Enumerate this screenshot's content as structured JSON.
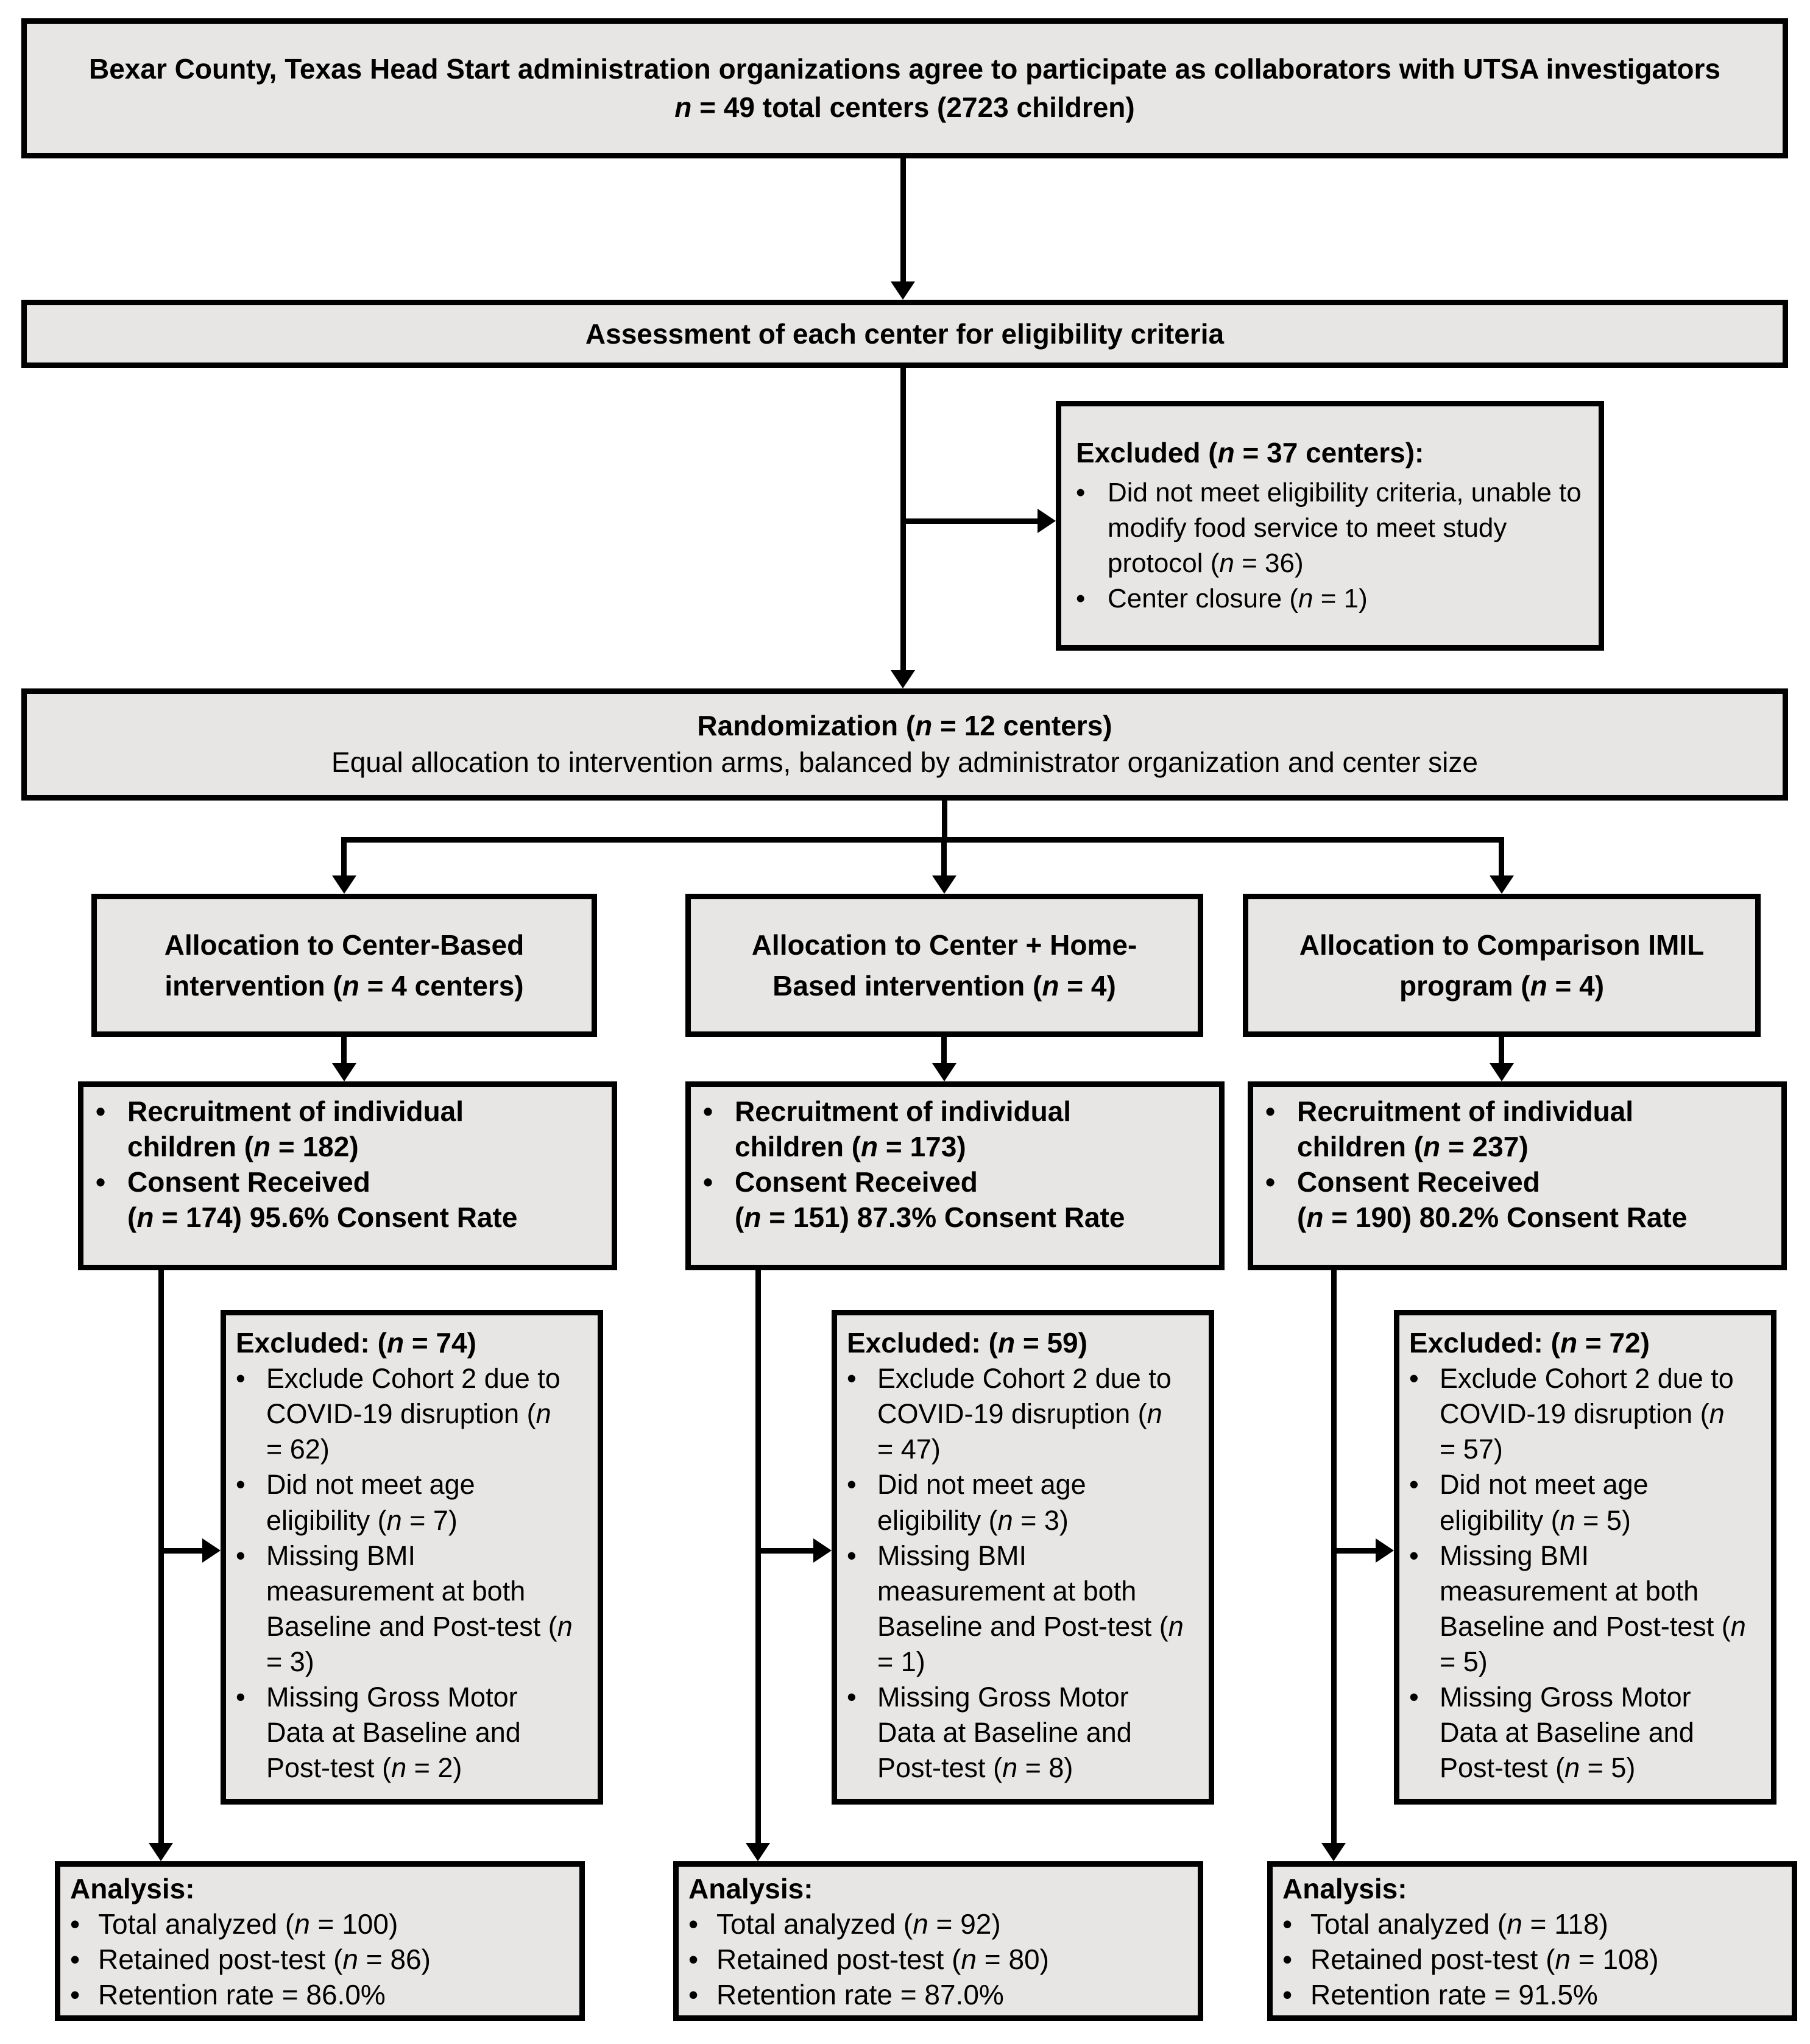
{
  "colors": {
    "box_fill": "#e8e6e4",
    "box_border": "#000000",
    "line": "#000000",
    "background": "#ffffff"
  },
  "diagram": {
    "top": {
      "text": "Bexar County, Texas Head Start administration organizations agree to participate as collaborators with UTSA investigators",
      "n_line": "n = 49 total centers (2723 children)"
    },
    "assessment": {
      "text": "Assessment of each center for eligibility criteria"
    },
    "excluded_centers": {
      "title": "Excluded (n = 37 centers):",
      "items": [
        "Did not meet eligibility criteria, unable to modify food service to meet study protocol (n = 36)",
        "Center closure (n = 1)"
      ]
    },
    "randomization": {
      "line1": "Randomization (n = 12 centers)",
      "line2": "Equal allocation to intervention arms, balanced by administrator organization and center size"
    },
    "arms": [
      {
        "allocation": "Allocation to Center-Based intervention (n = 4 centers)",
        "recruitment": {
          "items": [
            "Recruitment of individual children (n = 182)",
            "Consent Received\n(n = 174) 95.6% Consent Rate"
          ]
        },
        "excluded": {
          "title": "Excluded: (n = 74)",
          "items": [
            "Exclude Cohort 2 due to COVID-19 disruption (n = 62)",
            "Did not meet age eligibility (n = 7)",
            "Missing BMI measurement at both Baseline and Post-test (n = 3)",
            "Missing Gross Motor Data at Baseline and Post-test (n = 2)"
          ]
        },
        "analysis": {
          "title": "Analysis:",
          "items": [
            "Total analyzed (n = 100)",
            "Retained post-test (n = 86)",
            "Retention rate = 86.0%"
          ]
        }
      },
      {
        "allocation": "Allocation to Center + Home-Based intervention (n = 4)",
        "recruitment": {
          "items": [
            "Recruitment of individual children (n = 173)",
            "Consent Received\n(n = 151) 87.3% Consent Rate"
          ]
        },
        "excluded": {
          "title": "Excluded: (n = 59)",
          "items": [
            "Exclude Cohort 2 due to COVID-19 disruption (n = 47)",
            "Did not meet age eligibility (n = 3)",
            "Missing BMI measurement at both Baseline and Post-test (n = 1)",
            "Missing Gross Motor Data at Baseline and Post-test (n = 8)"
          ]
        },
        "analysis": {
          "title": "Analysis:",
          "items": [
            "Total analyzed (n = 92)",
            "Retained post-test (n = 80)",
            "Retention rate = 87.0%"
          ]
        }
      },
      {
        "allocation": "Allocation to Comparison IMIL program (n = 4)",
        "recruitment": {
          "items": [
            "Recruitment of individual children (n = 237)",
            "Consent Received\n(n = 190) 80.2% Consent Rate"
          ]
        },
        "excluded": {
          "title": "Excluded: (n = 72)",
          "items": [
            "Exclude Cohort 2 due to COVID-19 disruption (n = 57)",
            "Did not meet age eligibility (n = 5)",
            "Missing BMI measurement at both Baseline and Post-test (n = 5)",
            "Missing Gross Motor Data at Baseline and Post-test (n = 5)"
          ]
        },
        "analysis": {
          "title": "Analysis:",
          "items": [
            "Total analyzed (n = 118)",
            "Retained post-test (n = 108)",
            "Retention rate = 91.5%"
          ]
        }
      }
    ]
  }
}
